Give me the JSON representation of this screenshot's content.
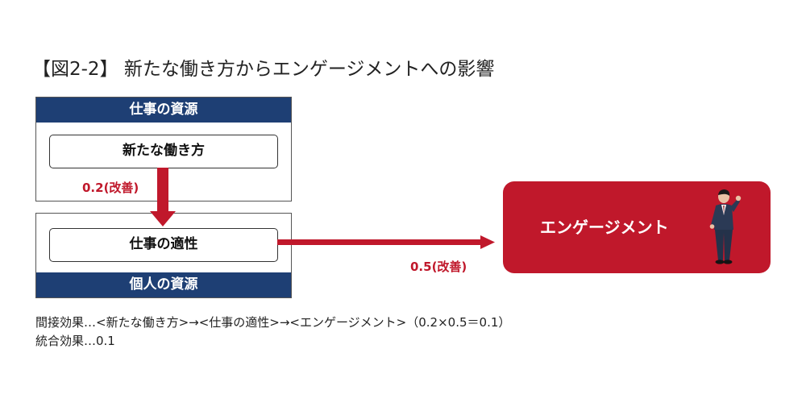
{
  "title": "【図2-2】 新たな働き方からエンゲージメントへの影響",
  "boxes": {
    "top": {
      "header": "仕事の資源",
      "node": "新たな働き方"
    },
    "bottom": {
      "header": "個人の資源",
      "node": "仕事の適性"
    }
  },
  "target": {
    "label": "エンゲージメント"
  },
  "edges": {
    "work_to_fit": "0.2(改善)",
    "fit_to_engagement": "0.5(改善)"
  },
  "notes": {
    "indirect": "間接効果…<新たな働き方>→<仕事の適性>→<エンゲージメント>（0.2×0.5＝0.1）",
    "total": "統合効果…0.1"
  },
  "colors": {
    "accent_red": "#c0182b",
    "header_navy": "#1e3f74"
  },
  "icons": {
    "person": "businessman-icon"
  }
}
